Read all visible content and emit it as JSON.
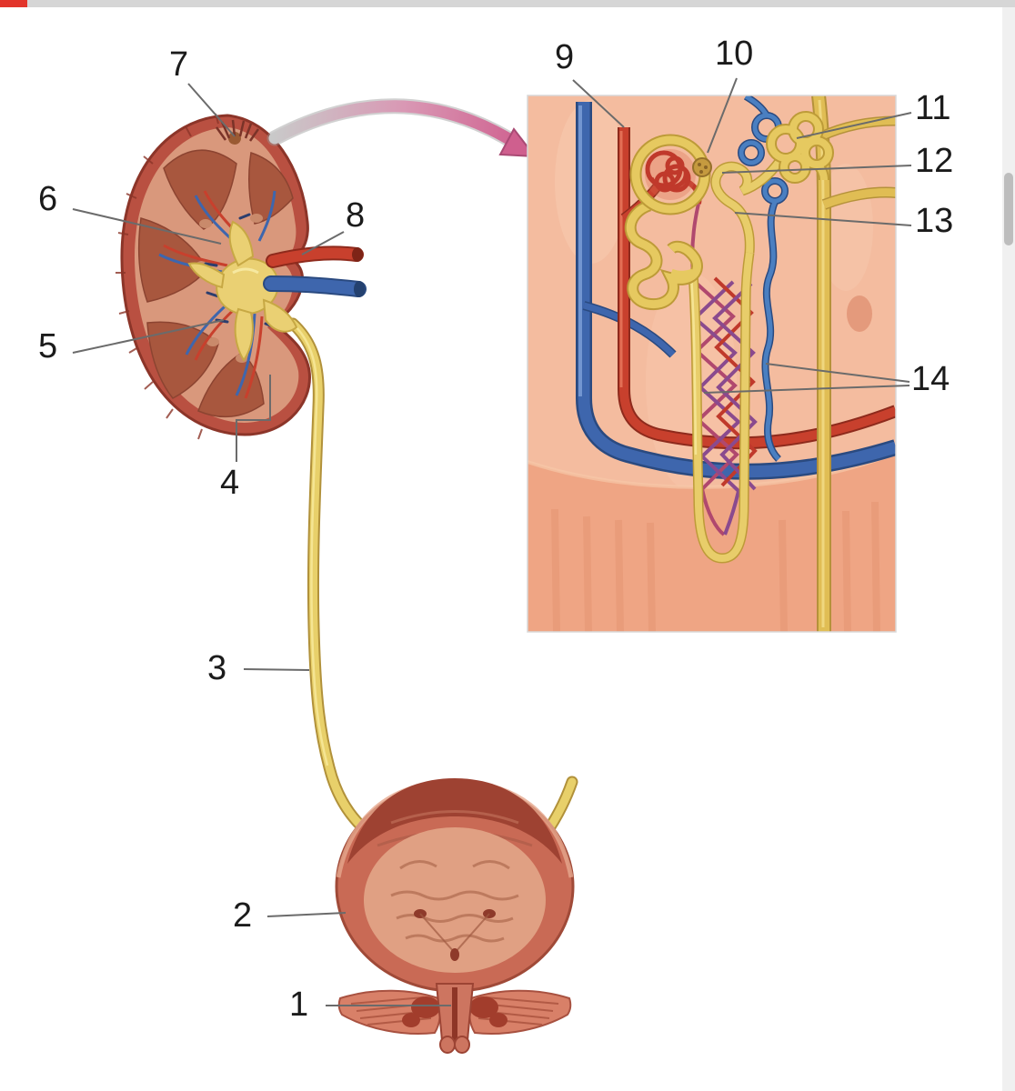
{
  "figure": {
    "labels": {
      "n1": "1",
      "n2": "2",
      "n3": "3",
      "n4": "4",
      "n5": "5",
      "n6": "6",
      "n7": "7",
      "n8": "8",
      "n9": "9",
      "n10": "10",
      "n11": "11",
      "n12": "12",
      "n13": "13",
      "n14": "14"
    },
    "colors": {
      "kidney_capsule": "#b95041",
      "kidney_cortex": "#d9987c",
      "pyramid": "#a8573e",
      "pelvis_yellow": "#ead073",
      "artery_red": "#c8402d",
      "vein_blue": "#3e66ad",
      "ureter_yellow": "#e8d06a",
      "inset_background": "#f4bc9f",
      "medulla": "#efa584",
      "capillary_purple": "#8a4a8e",
      "capillary_crimson": "#b0486e",
      "bladder_wall": "#c96a55",
      "bladder_interior": "#e0a083",
      "arrow_pink": "#cf5f8e",
      "leader_line": "#6b6b6b"
    }
  },
  "chrome": {
    "top_bar": "#d6d6d6",
    "top_bar_accent": "#e2352b",
    "scrollbar_track": "#f0f0f0",
    "scrollbar_thumb": "#bdbdbd"
  }
}
